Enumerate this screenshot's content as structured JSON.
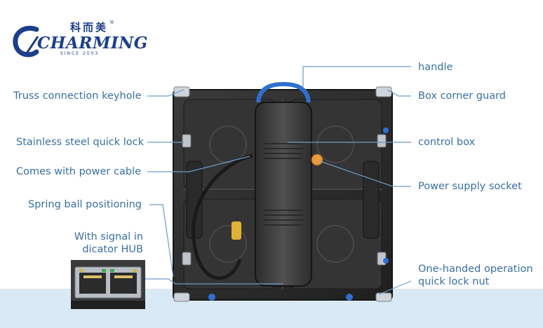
{
  "brand": {
    "cn_name": "科而美",
    "name": "CHARMING",
    "since": "SINCE 2003",
    "registered": "®",
    "color": "#1d3f8a"
  },
  "labels": {
    "truss_connection_keyhole": "Truss connection keyhole",
    "stainless_steel_quick_lock": "Stainless steel quick lock",
    "comes_with_power_cable": "Comes with power cable",
    "spring_ball_positioning": "Spring ball positioning",
    "signal_indicator_hub_line1": "With signal in",
    "signal_indicator_hub_line2": "dicator HUB",
    "handle": "handle",
    "box_corner_guard": "Box corner guard",
    "control_box": "control box",
    "power_supply_socket": "Power supply socket",
    "one_handed_lock_nut_line1": "One-handed operation",
    "one_handed_lock_nut_line2": "quick lock nut"
  },
  "colors": {
    "label_text": "#3a6fa4",
    "leader_line": "#6c9bc9",
    "bottom_band": "#d9e9f5",
    "cabinet_body": "#2a2a2a",
    "accent_blue": "#2f6fd0",
    "accent_yellow": "#e0b23a",
    "accent_orange": "#e89a3c"
  }
}
